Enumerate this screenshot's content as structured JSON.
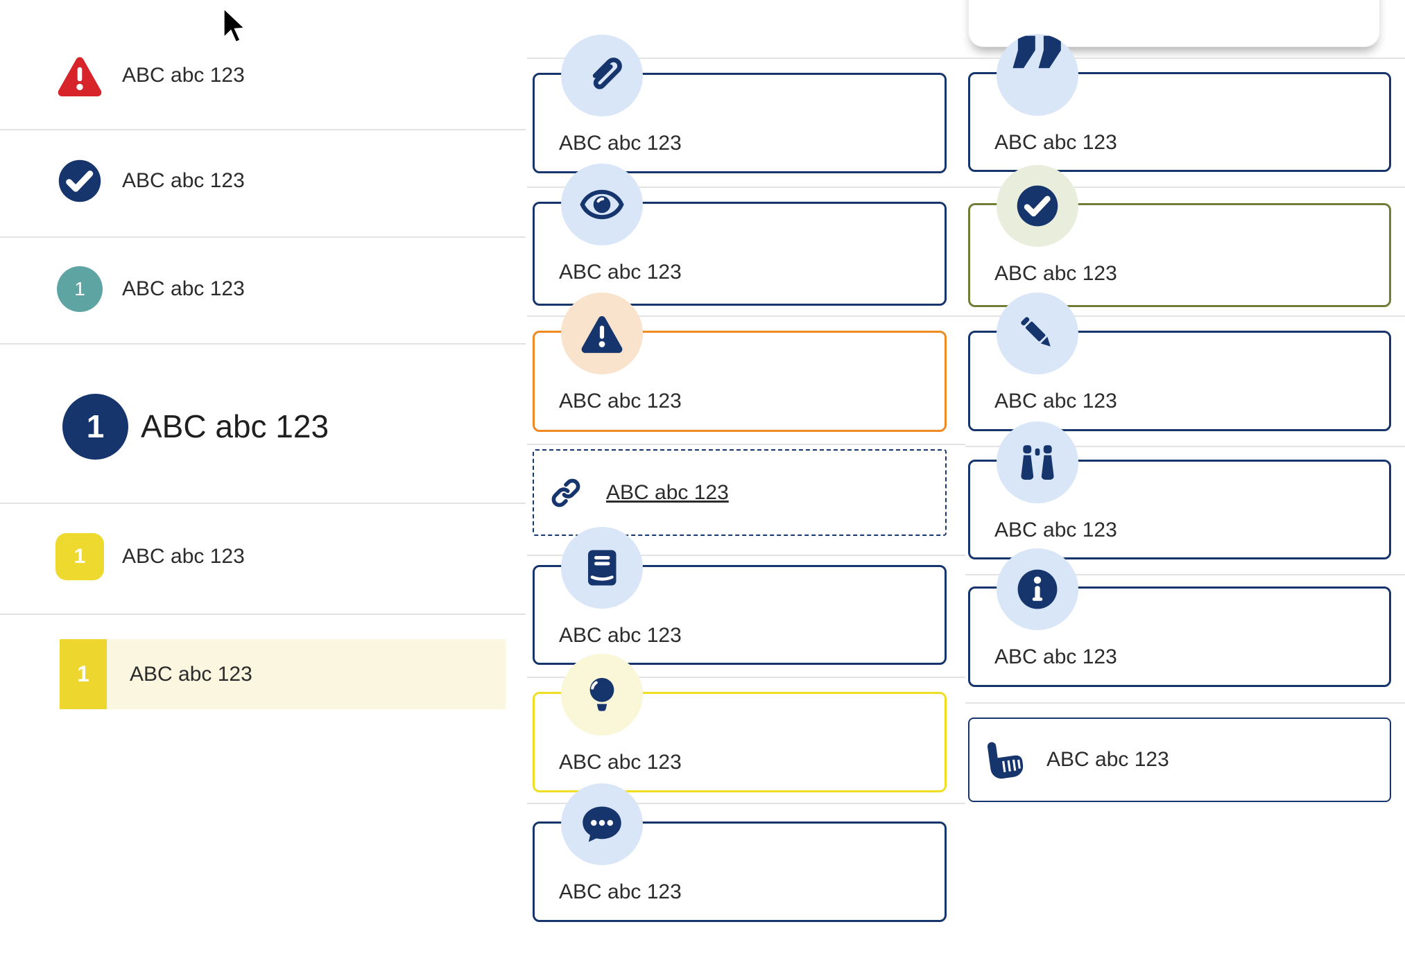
{
  "colors": {
    "navy": "#16356d",
    "light_blue_circle": "#d9e6f8",
    "red": "#d6242a",
    "teal": "#5ea4a2",
    "yellow_badge": "#eeda2e",
    "highlight_row_bg": "#faf6df",
    "orange_border": "#ee8a21",
    "olive_border": "#6f7d36",
    "sage_circle": "#e9eddb",
    "peach_circle": "#fae3cd",
    "light_yellow_circle": "#faf6d8",
    "yellow_border": "#f0de22",
    "divider": "#e2e2e2",
    "text": "#2b2b2b"
  },
  "left_list": {
    "items": [
      {
        "icon": "alert-triangle-icon",
        "label": "ABC abc 123"
      },
      {
        "icon": "check-circle-icon",
        "label": "ABC abc 123"
      },
      {
        "icon": "teal-number-badge",
        "badge": "1",
        "label": "ABC abc 123"
      },
      {
        "icon": "navy-number-badge-large",
        "badge": "1",
        "label": "ABC abc 123"
      },
      {
        "icon": "yellow-number-badge",
        "badge": "1",
        "label": "ABC abc 123"
      },
      {
        "icon": "yellow-number-bar",
        "badge": "1",
        "label": "ABC abc 123"
      }
    ]
  },
  "middle_cards": [
    {
      "icon": "paperclip-icon",
      "label": "ABC abc 123"
    },
    {
      "icon": "eye-icon",
      "label": "ABC abc 123"
    },
    {
      "icon": "warning-icon",
      "label": "ABC abc 123"
    },
    {
      "icon": "link-icon",
      "label": "ABC abc 123"
    },
    {
      "icon": "book-icon",
      "label": "ABC abc 123"
    },
    {
      "icon": "lightbulb-icon",
      "label": "ABC abc 123"
    },
    {
      "icon": "comment-icon",
      "label": "ABC abc 123"
    }
  ],
  "right_cards": [
    {
      "icon": "quote-icon",
      "quote_glyph": "”",
      "label": "ABC abc 123"
    },
    {
      "icon": "success-check-icon",
      "label": "ABC abc 123"
    },
    {
      "icon": "pencil-icon",
      "label": "ABC abc 123"
    },
    {
      "icon": "binoculars-icon",
      "label": "ABC abc 123"
    },
    {
      "icon": "info-icon",
      "label": "ABC abc 123"
    },
    {
      "icon": "hand-pointer-icon",
      "label": "ABC abc 123"
    }
  ]
}
